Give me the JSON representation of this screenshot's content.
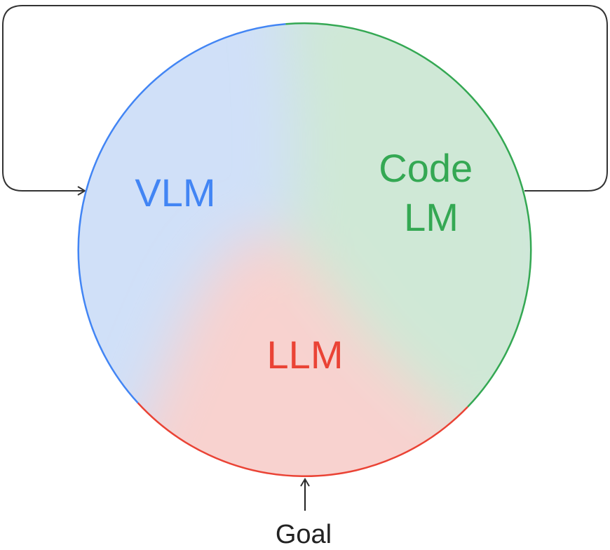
{
  "diagram": {
    "regions": [
      {
        "id": "vlm",
        "label": "VLM",
        "color": "#4285f4",
        "fill": "#d0e0f8"
      },
      {
        "id": "code-lm",
        "label_lines": [
          "Code",
          "LM"
        ],
        "color": "#34a853",
        "fill": "#cfe8d6"
      },
      {
        "id": "llm",
        "label": "LLM",
        "color": "#ea4335",
        "fill": "#f8d2cf"
      }
    ],
    "goal": {
      "label": "Goal",
      "color": "#222222"
    },
    "loop": {
      "color": "#333333"
    }
  }
}
